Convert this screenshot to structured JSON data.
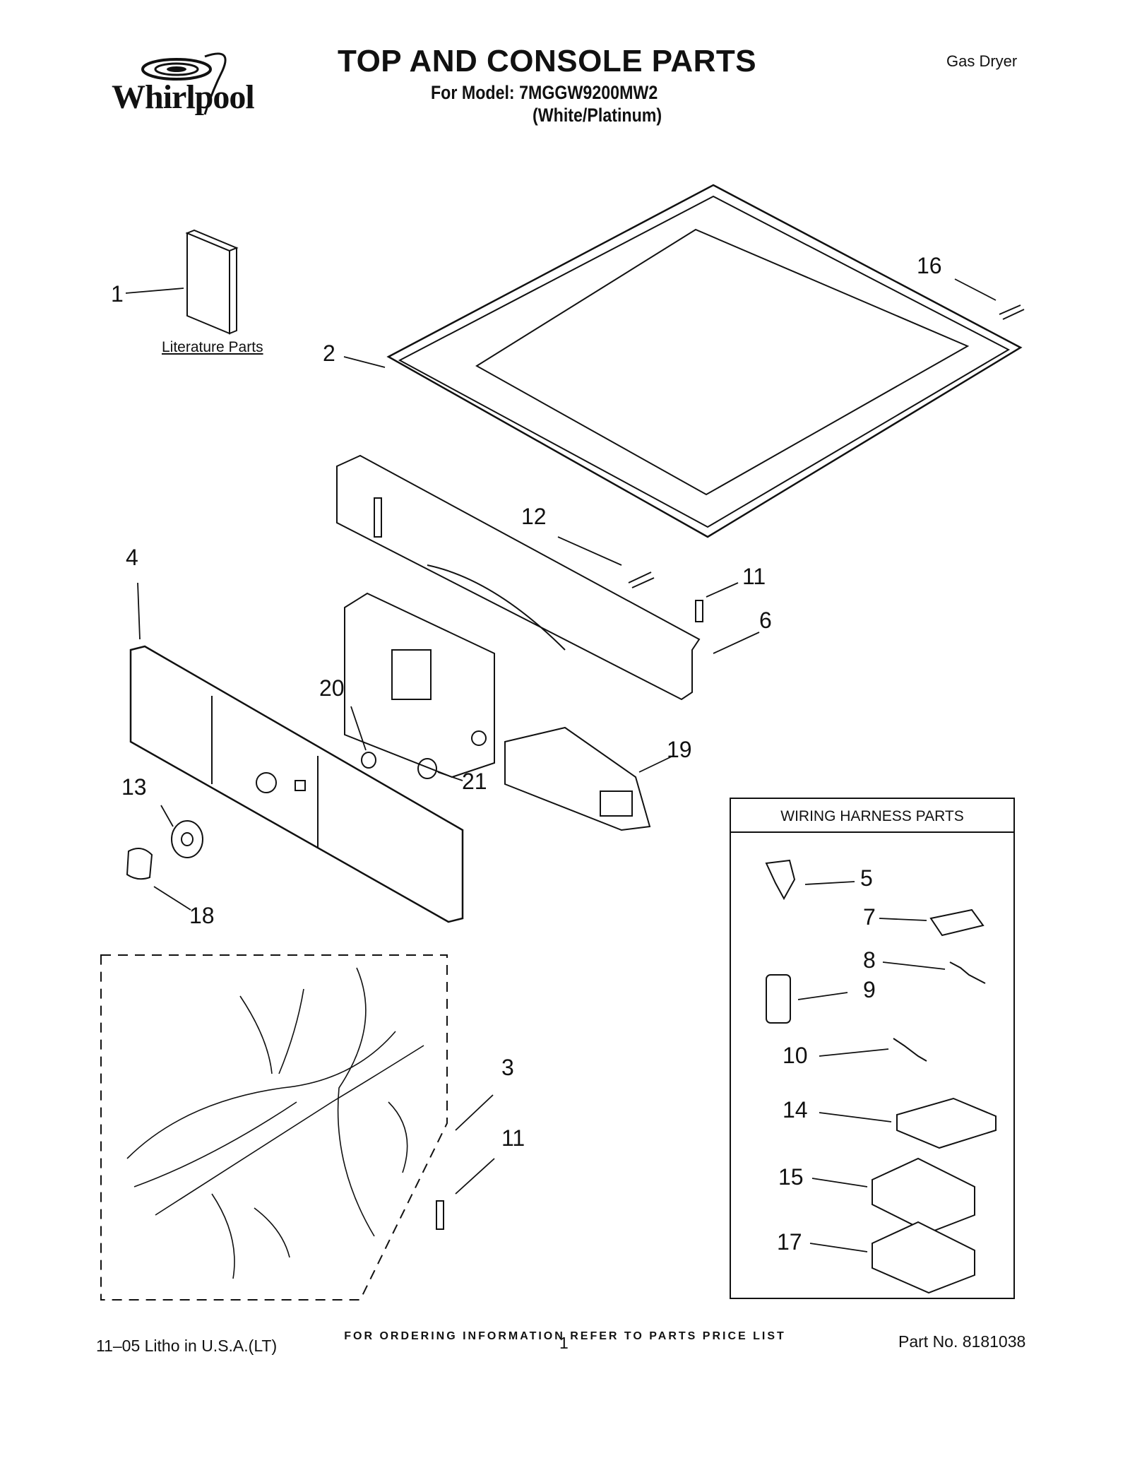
{
  "header": {
    "brand": "Whirlpool",
    "title": "TOP AND CONSOLE PARTS",
    "model_line": "For Model: 7MGGW9200MW2",
    "variant_line": "(White/Platinum)",
    "product": "Gas Dryer"
  },
  "literature_label": "Literature Parts",
  "wiring_box_title": "WIRING HARNESS PARTS",
  "callouts": {
    "c1": "1",
    "c2": "2",
    "c3": "3",
    "c4": "4",
    "c5": "5",
    "c6": "6",
    "c7": "7",
    "c8": "8",
    "c9": "9",
    "c10": "10",
    "c11a": "11",
    "c11b": "11",
    "c12": "12",
    "c13": "13",
    "c14": "14",
    "c15": "15",
    "c16": "16",
    "c17": "17",
    "c18": "18",
    "c19": "19",
    "c20": "20",
    "c21": "21"
  },
  "footer": {
    "order_note": "FOR ORDERING INFORMATION REFER TO PARTS PRICE LIST",
    "litho": "11–05 Litho in U.S.A.(LT)",
    "page": "1",
    "part_no": "Part No. 8181038"
  }
}
